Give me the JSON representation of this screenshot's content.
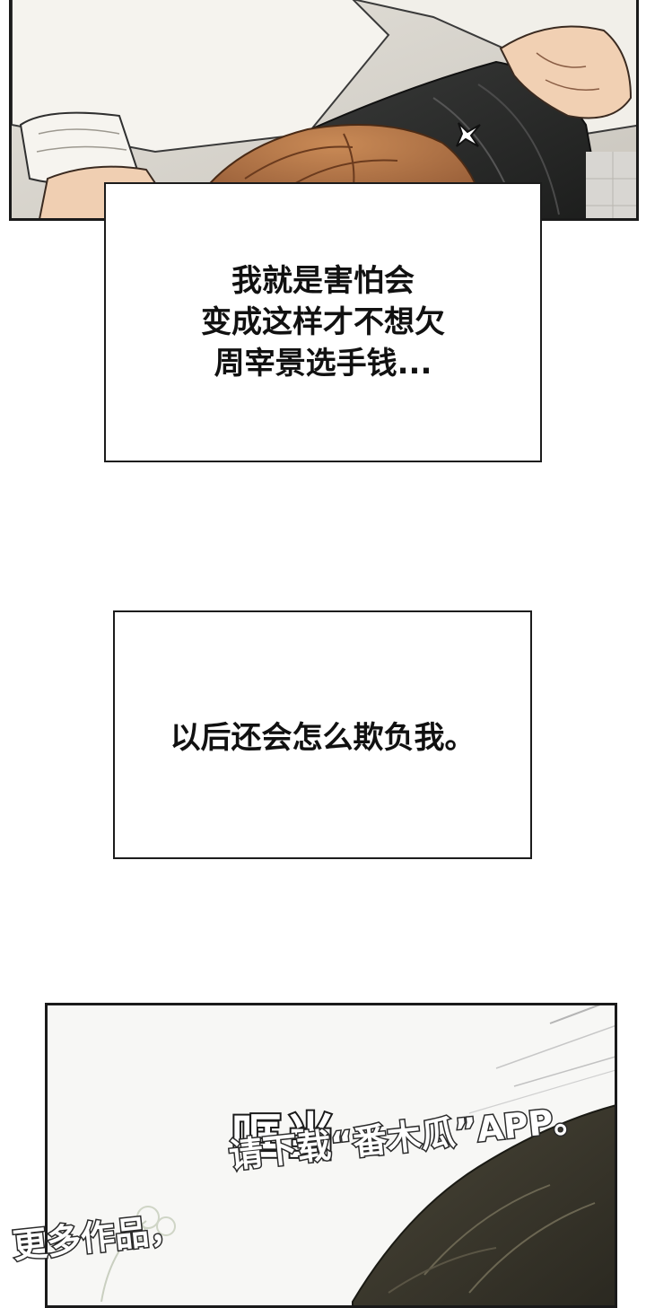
{
  "captions": {
    "first": {
      "line1": "我就是害怕会",
      "line2": "变成这样才不想欠",
      "line3": "周宰景选手钱..."
    },
    "second": "以后还会怎么欺负我。"
  },
  "sfx": "哐当",
  "watermark": {
    "line1": "请下载“番木瓜”APP。",
    "line2": "更多作品，"
  },
  "colors": {
    "panel_border": "#1a1a1a",
    "hair": "#a4673a",
    "cloth_dark": "#2a2b2a",
    "sleeve": "#f3f1ec"
  }
}
